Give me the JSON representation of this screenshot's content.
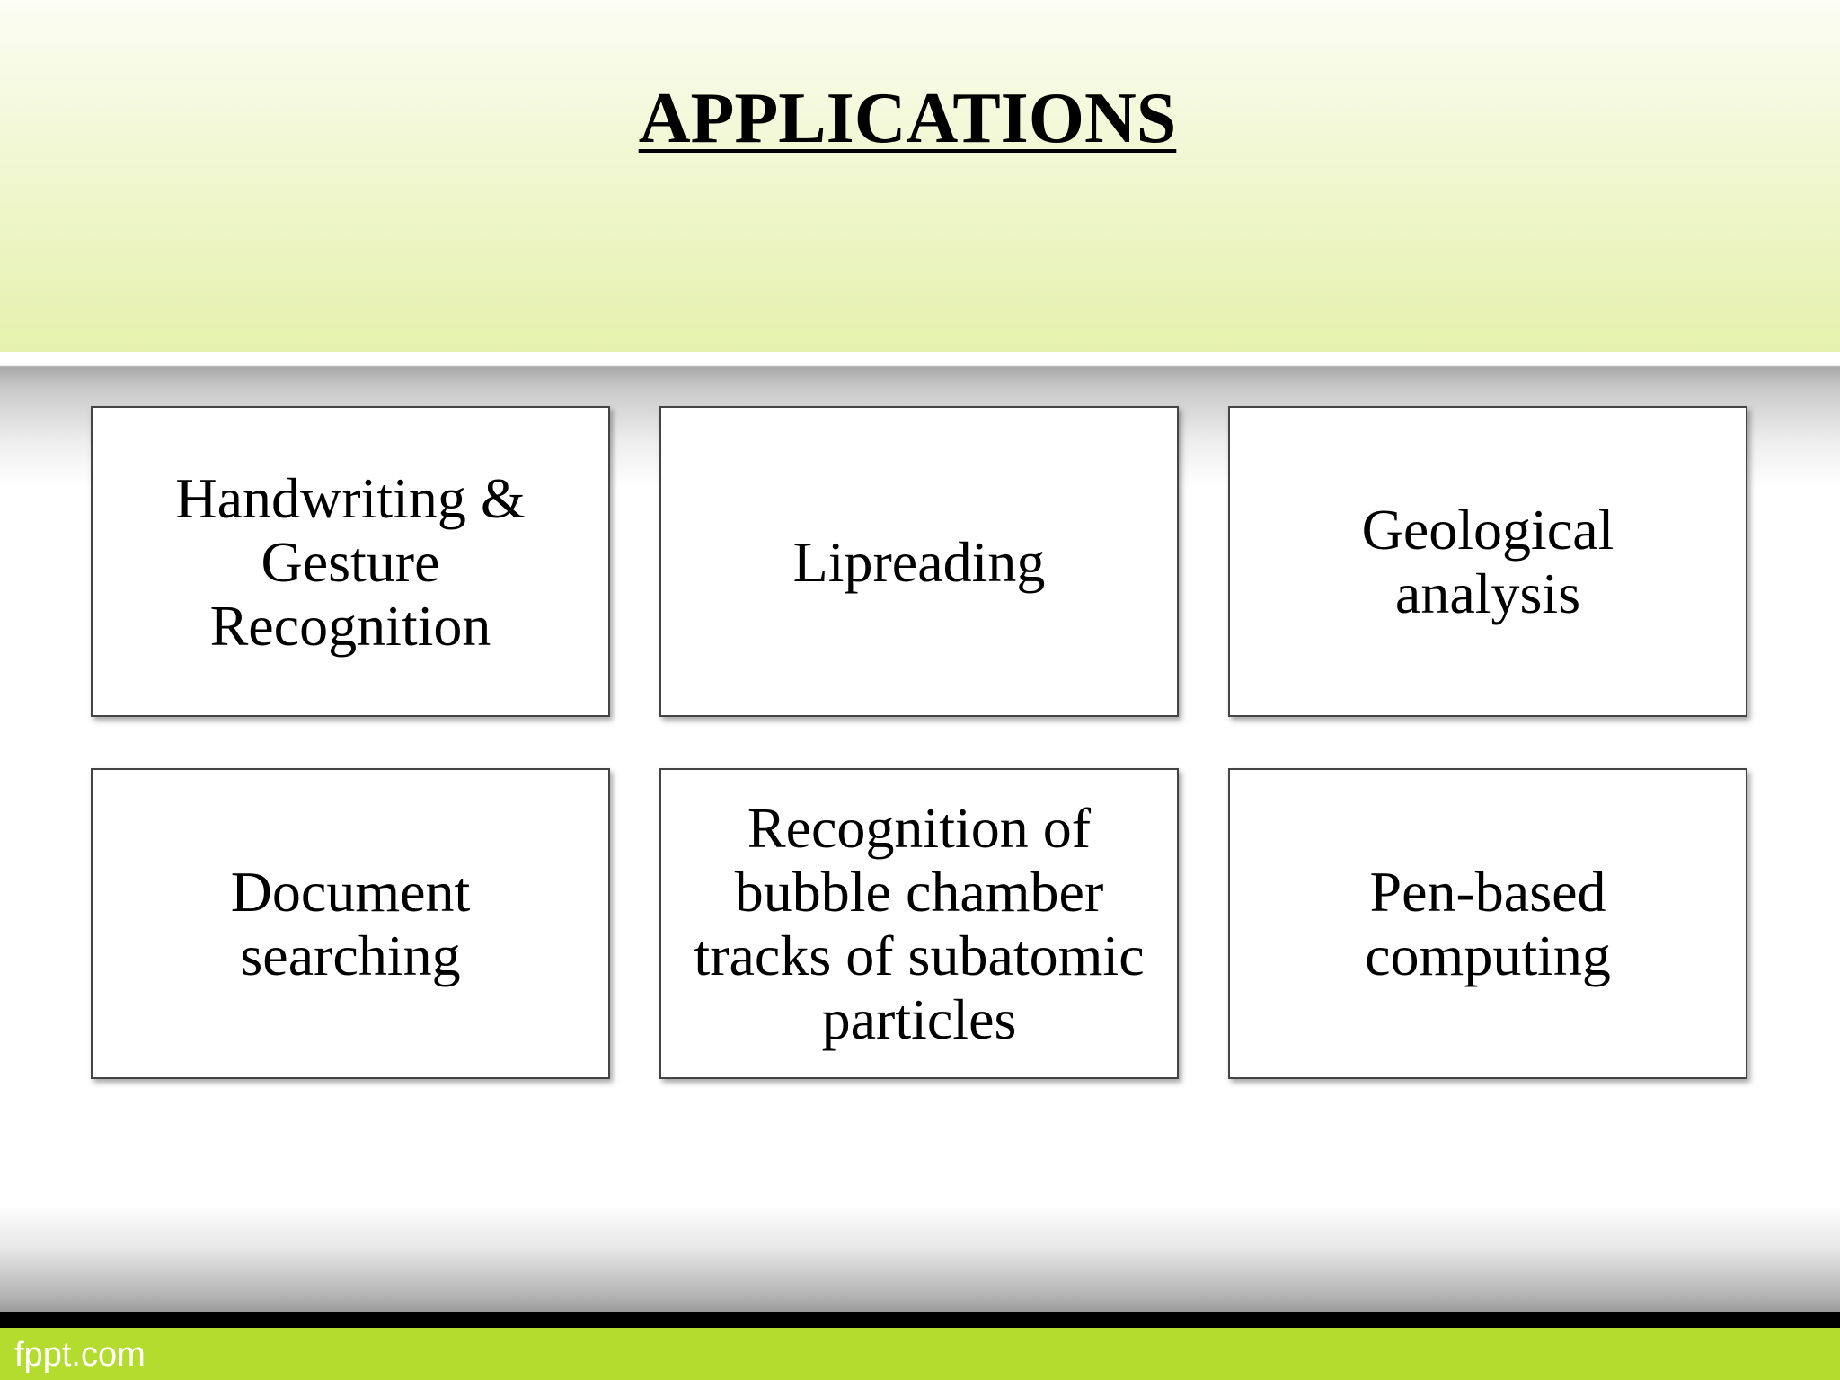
{
  "slide": {
    "title": "APPLICATIONS",
    "boxes": [
      {
        "text": "Handwriting &\nGesture\nRecognition"
      },
      {
        "text": "Lipreading"
      },
      {
        "text": "Geological\nanalysis"
      },
      {
        "text": "Document\nsearching"
      },
      {
        "text": "Recognition of\nbubble chamber\ntracks of subatomic\nparticles"
      },
      {
        "text": "Pen-based\ncomputing"
      }
    ],
    "footer_brand": "fppt.com"
  },
  "colors": {
    "header_lime": "#e5f1ad",
    "footer_green": "#b4dc2e",
    "footer_black": "#000000",
    "box_border": "#444444"
  }
}
